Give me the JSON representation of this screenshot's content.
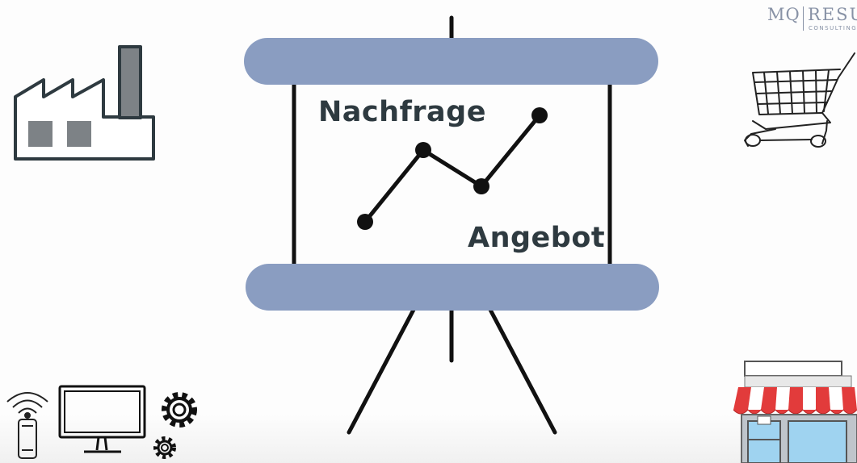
{
  "presentation": {
    "label_top": "Nachfrage",
    "label_bottom": "Angebot"
  },
  "logo": {
    "main_left": "MQ",
    "main_right": "RESU",
    "sub": "CONSULTING"
  },
  "colors": {
    "roll": "#8a9dc1",
    "stroke": "#111111",
    "text": "#2e3a40"
  },
  "icons": [
    "factory-icon",
    "shopping-cart-icon",
    "smartphone-wifi-icon",
    "monitor-icon",
    "gears-icon",
    "storefront-icon"
  ]
}
